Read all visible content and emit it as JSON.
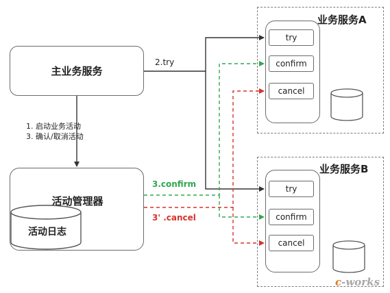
{
  "nodes": {
    "main_service": "主业务服务",
    "activity_manager": "活动管理器",
    "activity_log": "活动日志"
  },
  "services": [
    {
      "title": "业务服务A",
      "ops": [
        "try",
        "confirm",
        "cancel"
      ]
    },
    {
      "title": "业务服务B",
      "ops": [
        "try",
        "confirm",
        "cancel"
      ]
    }
  ],
  "edges": {
    "try_label": "2.try",
    "steps": [
      "1. 启动业务活动",
      "3. 确认/取消活动"
    ],
    "confirm_label": "3.confirm",
    "cancel_label": "3' .cancel"
  },
  "colors": {
    "confirm": "#2fa84f",
    "cancel": "#d6322c",
    "try": "#3a3a3a"
  },
  "watermark": {
    "c": "c",
    "rest": "-works"
  }
}
